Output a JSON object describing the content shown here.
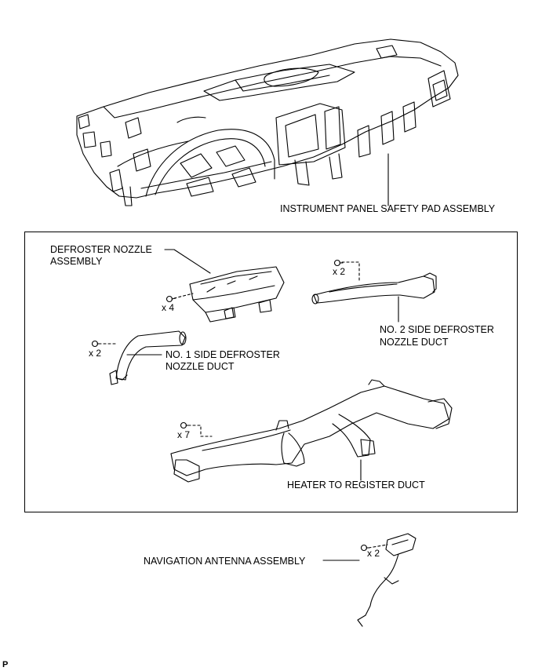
{
  "labels": {
    "safety_pad": "INSTRUMENT PANEL SAFETY PAD ASSEMBLY",
    "defroster_nozzle_1": "DEFROSTER NOZZLE",
    "defroster_nozzle_2": "ASSEMBLY",
    "no2_duct_1": "NO. 2 SIDE DEFROSTER",
    "no2_duct_2": "NOZZLE DUCT",
    "no1_duct_1": "NO. 1 SIDE DEFROSTER",
    "no1_duct_2": "NOZZLE DUCT",
    "heater_duct": "HEATER TO REGISTER DUCT",
    "nav_antenna": "NAVIGATION ANTENNA ASSEMBLY",
    "corner_code": "P"
  },
  "quantities": {
    "defroster_screws": "x 4",
    "no2_duct_screws": "x 2",
    "no1_duct_screws": "x 2",
    "heater_duct_screws": "x 7",
    "antenna_screws": "x 2"
  }
}
